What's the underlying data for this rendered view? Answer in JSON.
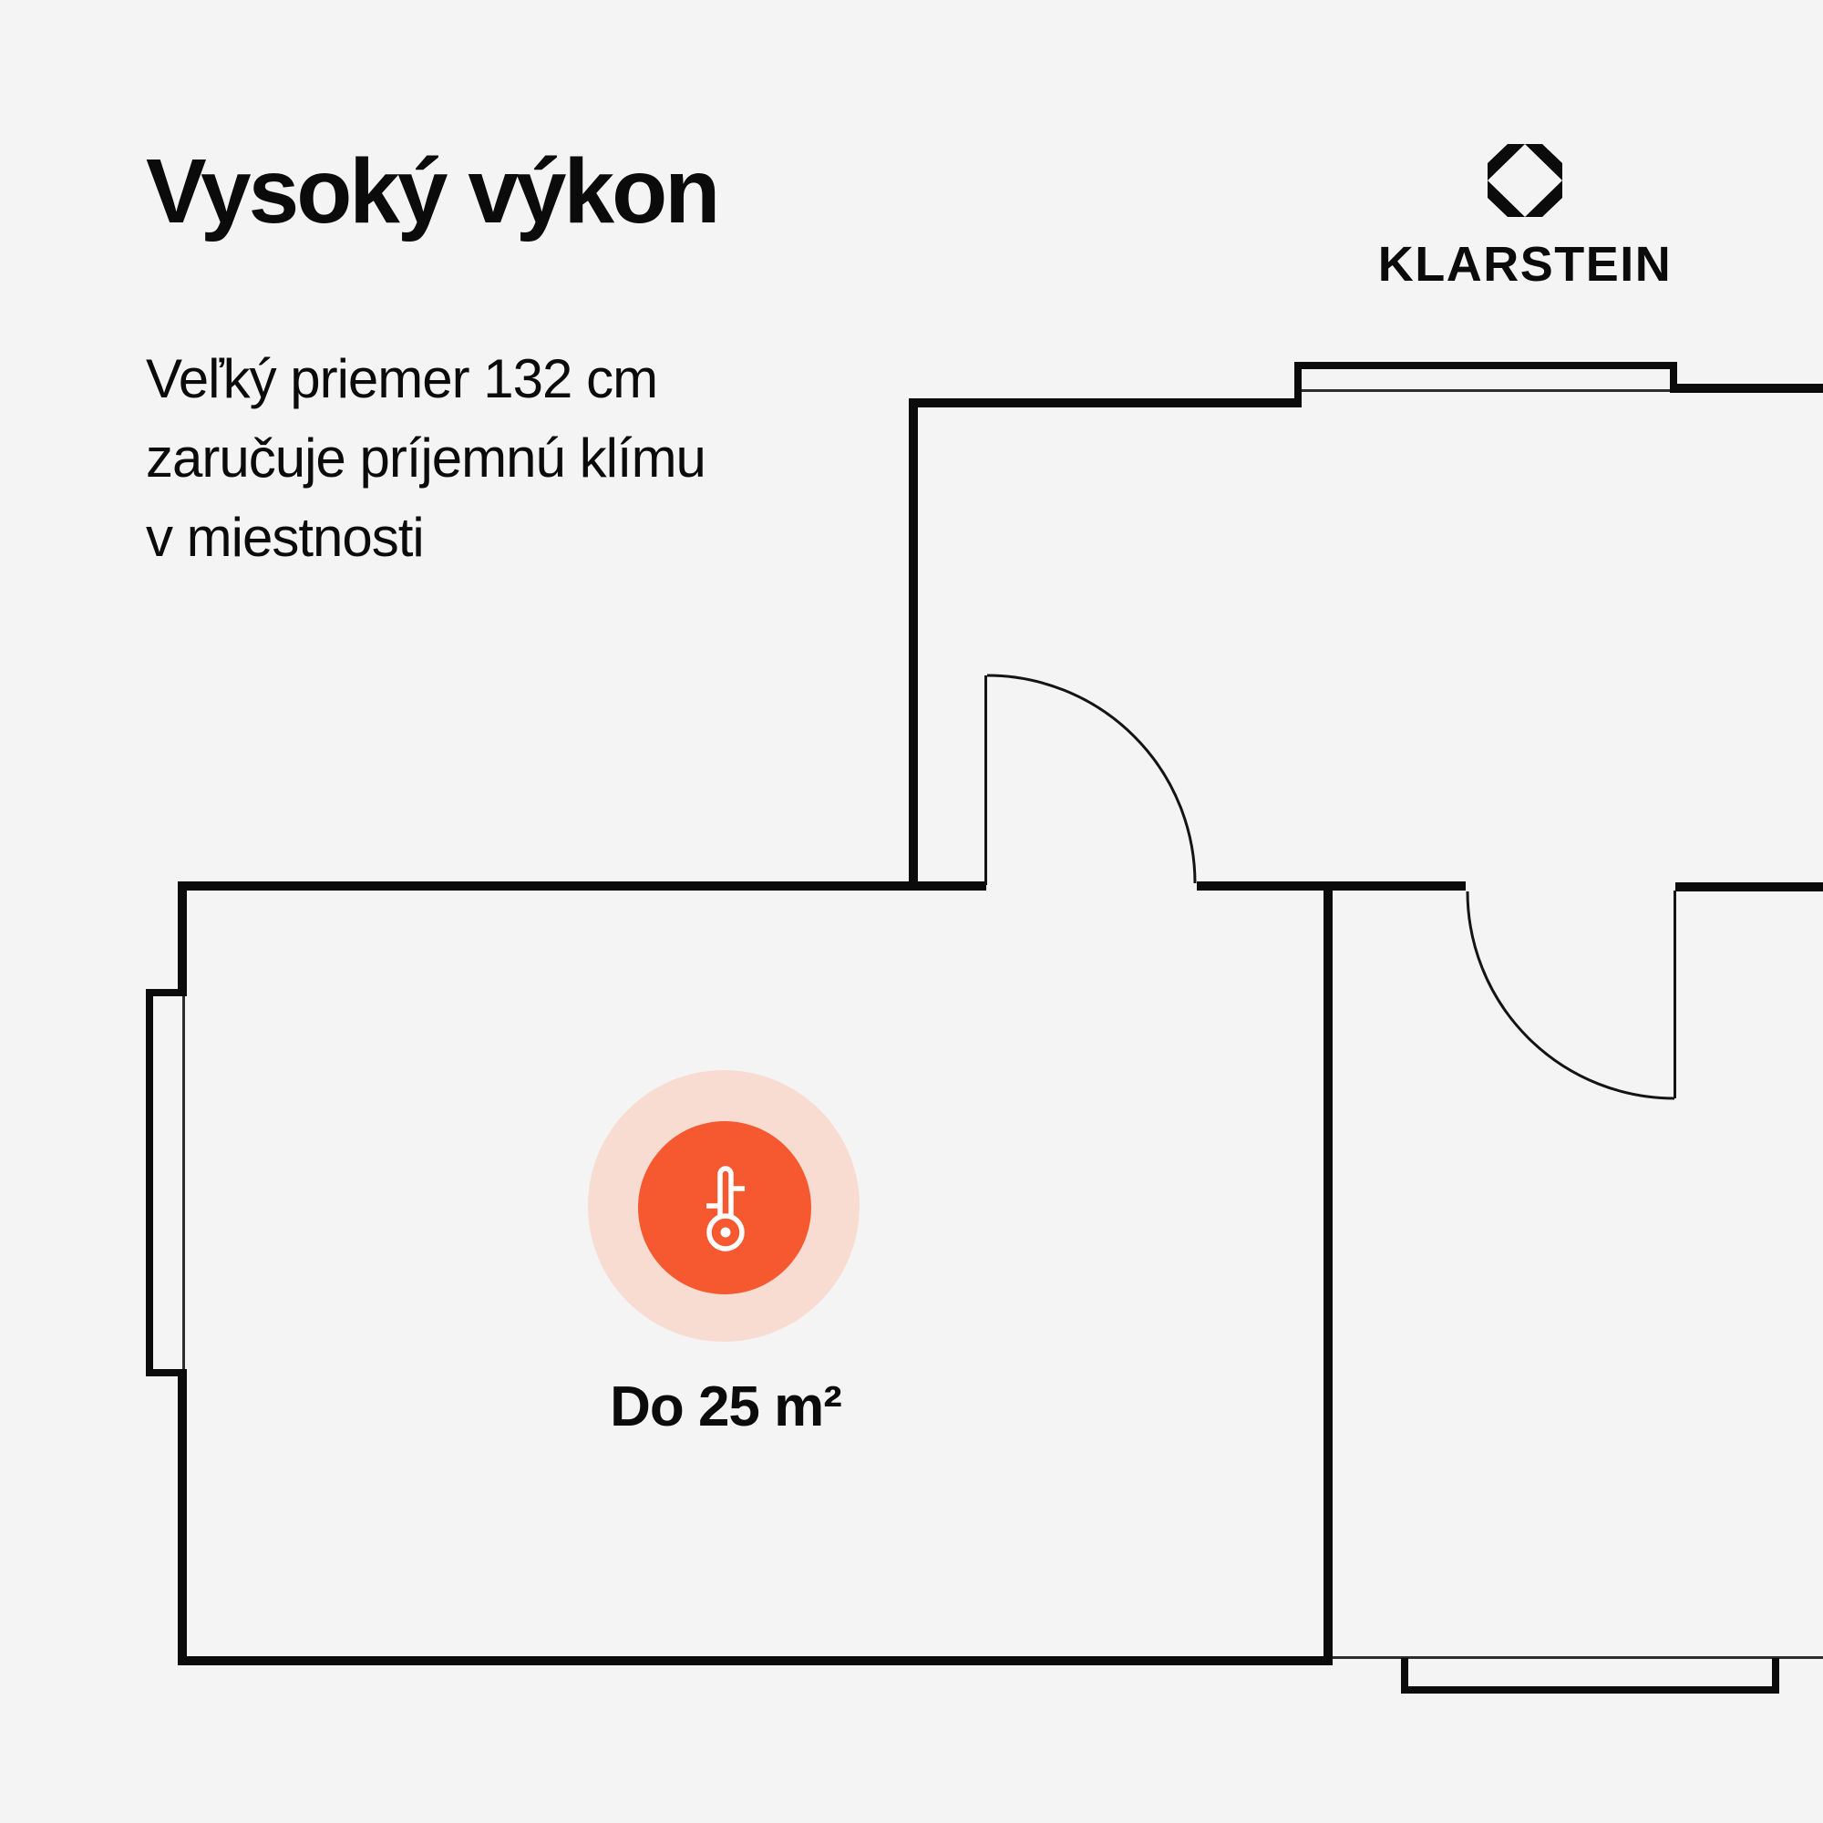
{
  "canvas": {
    "background": "#f4f4f4",
    "ink": "#0b0b0b"
  },
  "header": {
    "title": "Vysoký výkon",
    "subtitle_lines": [
      "Veľký priemer 132 cm",
      "zaručuje príjemnú klímu",
      "v miestnosti"
    ]
  },
  "brand": {
    "wordmark": "KLARSTEIN",
    "logo_icon": "octagon-diamond-icon"
  },
  "floor_plan": {
    "area_label": "Do 25 m²",
    "wall_color": "#0b0b0b",
    "thin_line_color": "#2e2e2e",
    "heat_indicator": {
      "icon": "thermometer-icon",
      "circle_color": "#f6592f",
      "halo_color": "#f8dcd2",
      "icon_color": "#ffffff"
    }
  }
}
